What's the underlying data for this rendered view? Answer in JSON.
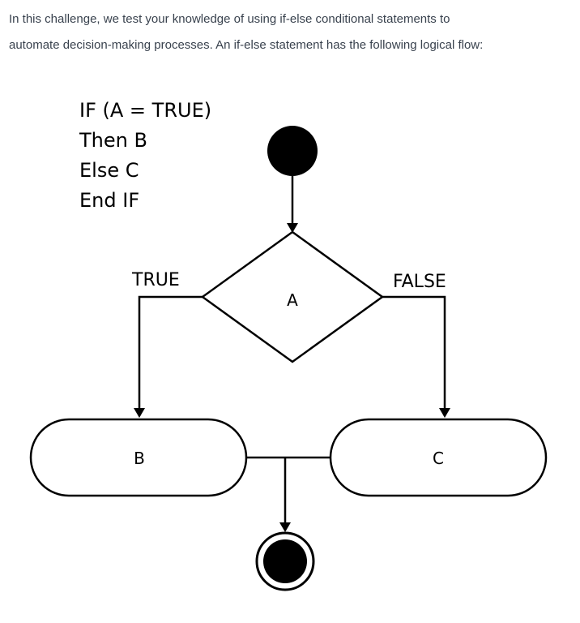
{
  "intro": {
    "line1": "In this challenge, we test your knowledge of using if-else conditional statements to",
    "line2": "automate decision-making processes. An if-else statement has the following logical flow:"
  },
  "pseudocode": [
    "IF (A = TRUE)",
    "Then B",
    "Else C",
    "End IF"
  ],
  "flowchart": {
    "decision_label": "A",
    "true_label": "TRUE",
    "false_label": "FALSE",
    "true_branch_label": "B",
    "false_branch_label": "C"
  },
  "colors": {
    "text": "#39424e",
    "ink": "#000000"
  }
}
